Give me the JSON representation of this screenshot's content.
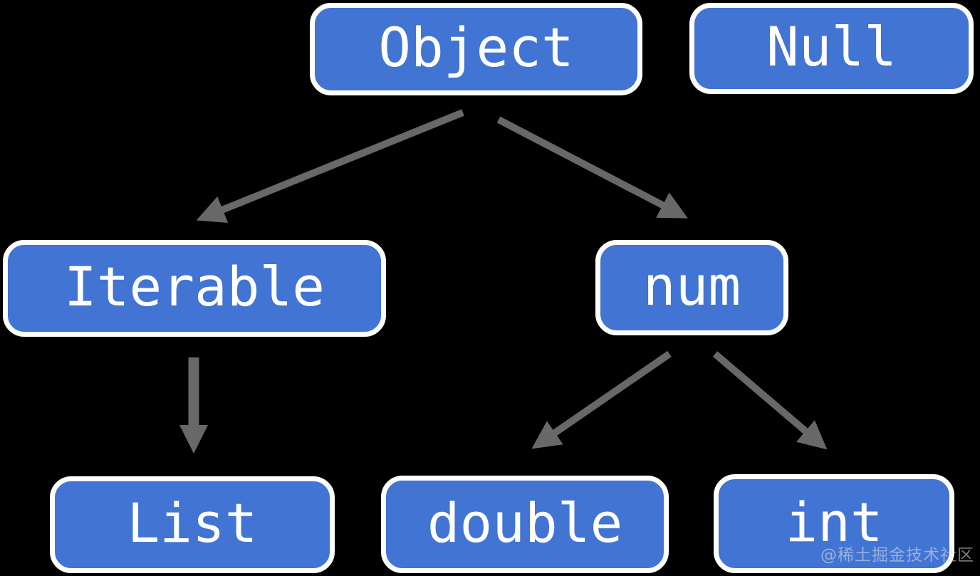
{
  "diagram": {
    "title": "type-hierarchy",
    "colors": {
      "background": "#000000",
      "node_fill": "#4174d3",
      "node_border": "#ffffff",
      "node_text": "#ffffff",
      "arrow": "#686868"
    },
    "nodes": [
      {
        "id": "object",
        "label": "Object"
      },
      {
        "id": "null",
        "label": "Null"
      },
      {
        "id": "iterable",
        "label": "Iterable"
      },
      {
        "id": "num",
        "label": "num"
      },
      {
        "id": "list",
        "label": "List"
      },
      {
        "id": "double",
        "label": "double"
      },
      {
        "id": "int",
        "label": "int"
      }
    ],
    "edges": [
      {
        "from": "object",
        "to": "iterable"
      },
      {
        "from": "object",
        "to": "num"
      },
      {
        "from": "iterable",
        "to": "list"
      },
      {
        "from": "num",
        "to": "double"
      },
      {
        "from": "num",
        "to": "int"
      }
    ],
    "watermark": "@稀土掘金技术社区"
  }
}
